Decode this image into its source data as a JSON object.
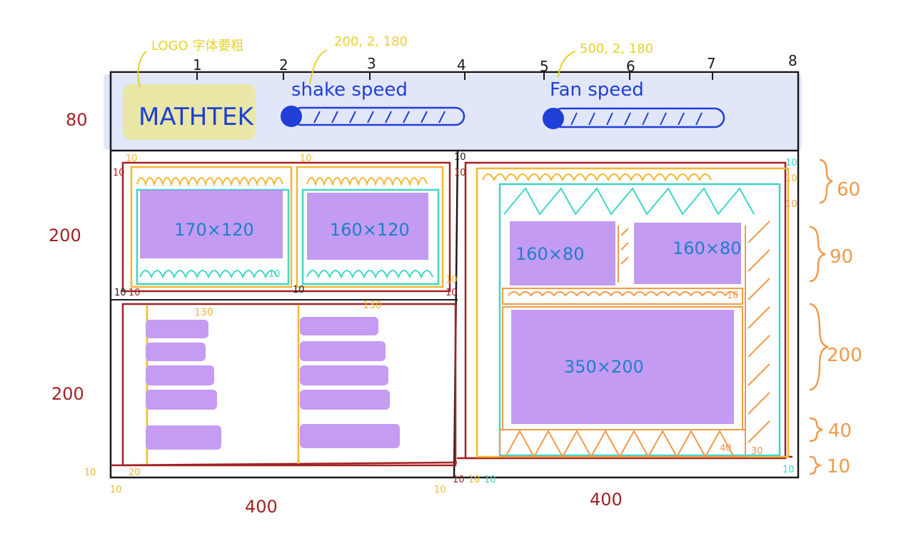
{
  "header": {
    "logo_text": "MATHTEK",
    "logo_note": "LOGO 字体要粗",
    "shake": {
      "label": "shake speed",
      "value_note": "200, 2, 180"
    },
    "fan": {
      "label": "Fan speed",
      "value_note": "500, 2, 180"
    },
    "ruler_ticks": [
      "1",
      "2",
      "3",
      "4",
      "5",
      "6",
      "7",
      "8"
    ]
  },
  "dimensions": {
    "header_height": "80",
    "left_top_height": "200",
    "left_bottom_height": "200",
    "left_width": "400",
    "right_width": "400",
    "right_heights": [
      "60",
      "90",
      "200",
      "40",
      "10"
    ]
  },
  "boxes": {
    "box1": "170×120",
    "box2": "160×120",
    "box3": "160×80",
    "box4": "160×80",
    "box5": "350×200"
  },
  "list_widths": [
    "130",
    "130"
  ],
  "small_marks": {
    "m10": "10",
    "m20": "20",
    "m30": "30",
    "m40": "40"
  },
  "colors": {
    "frame": "#1a1a1a",
    "header_bg": "#e2e6f9",
    "logo_bg": "#e9e7a6",
    "blue": "#1f3fd6",
    "purple": "#b98af0",
    "dark_red": "#a32222",
    "yellow": "#f3b634",
    "cyan": "#3fd6c6",
    "orange": "#f09a4a",
    "note_yellow": "#e7d22a"
  }
}
